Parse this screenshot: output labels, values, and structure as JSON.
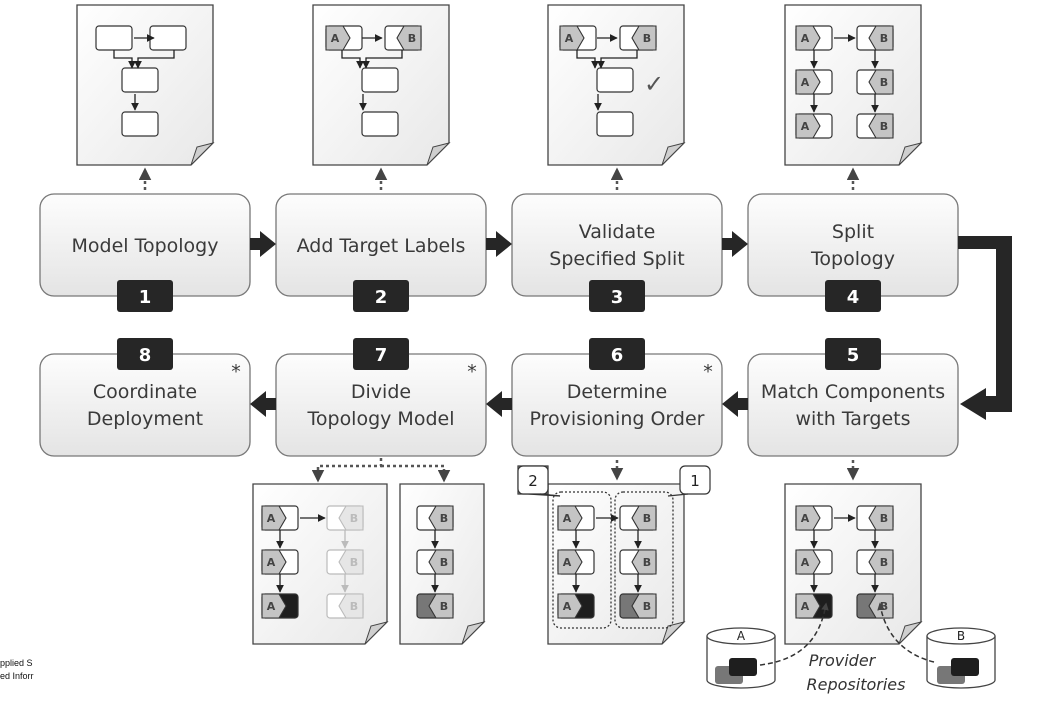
{
  "steps": [
    {
      "number": "1",
      "line1": "Model Topology",
      "line2": "",
      "star": ""
    },
    {
      "number": "2",
      "line1": "Add Target Labels",
      "line2": "",
      "star": ""
    },
    {
      "number": "3",
      "line1": "Validate",
      "line2": "Specified Split",
      "star": ""
    },
    {
      "number": "4",
      "line1": "Split",
      "line2": "Topology",
      "star": ""
    },
    {
      "number": "5",
      "line1": "Match Components",
      "line2": "with Targets",
      "star": ""
    },
    {
      "number": "6",
      "line1": "Determine",
      "line2": "Provisioning Order",
      "star": "*"
    },
    {
      "number": "7",
      "line1": "Divide",
      "line2": "Topology Model",
      "star": "*"
    },
    {
      "number": "8",
      "line1": "Coordinate",
      "line2": "Deployment",
      "star": "*"
    }
  ],
  "tags": {
    "a": "A",
    "b": "B"
  },
  "validate_mark": "✓",
  "order_callouts": [
    "2",
    "1"
  ],
  "repositories": {
    "a": "A",
    "b": "B",
    "line1": "Provider",
    "line2": "Repositories"
  },
  "left_fragment": [
    "pplied S",
    "ed Inforr"
  ]
}
